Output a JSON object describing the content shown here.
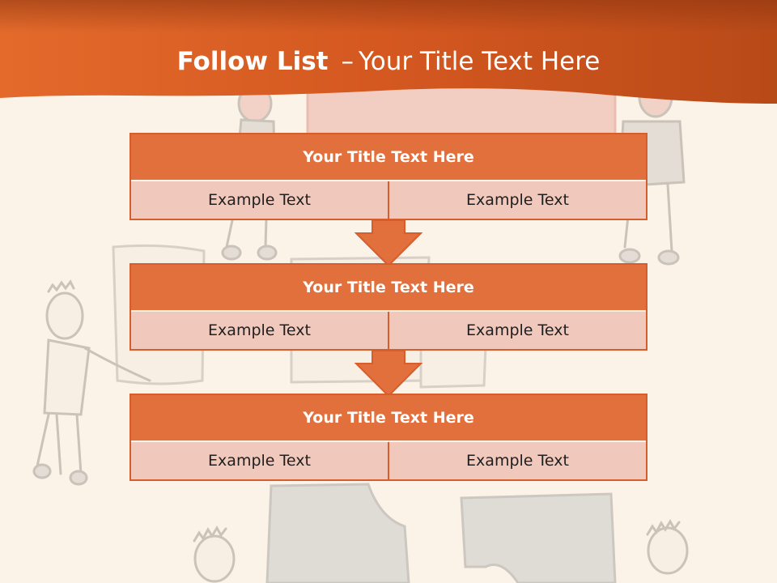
{
  "slide": {
    "title_bold": "Follow List",
    "title_separator": "–",
    "title_rest": "Your Title Text Here"
  },
  "blocks": [
    {
      "title": "Your Title Text Here",
      "cells": [
        "Example Text",
        "Example Text"
      ]
    },
    {
      "title": "Your Title Text Here",
      "cells": [
        "Example Text",
        "Example Text"
      ]
    },
    {
      "title": "Your Title Text Here",
      "cells": [
        "Example Text",
        "Example Text"
      ]
    }
  ],
  "colors": {
    "banner": "#d2561f",
    "header_fill": "#e2703d",
    "cell_fill": "#f1c8bc",
    "border": "#d65e2c",
    "background": "#fbf2e8"
  },
  "icons": [
    "down-arrow-icon",
    "puzzle-illustration",
    "person-illustration"
  ]
}
